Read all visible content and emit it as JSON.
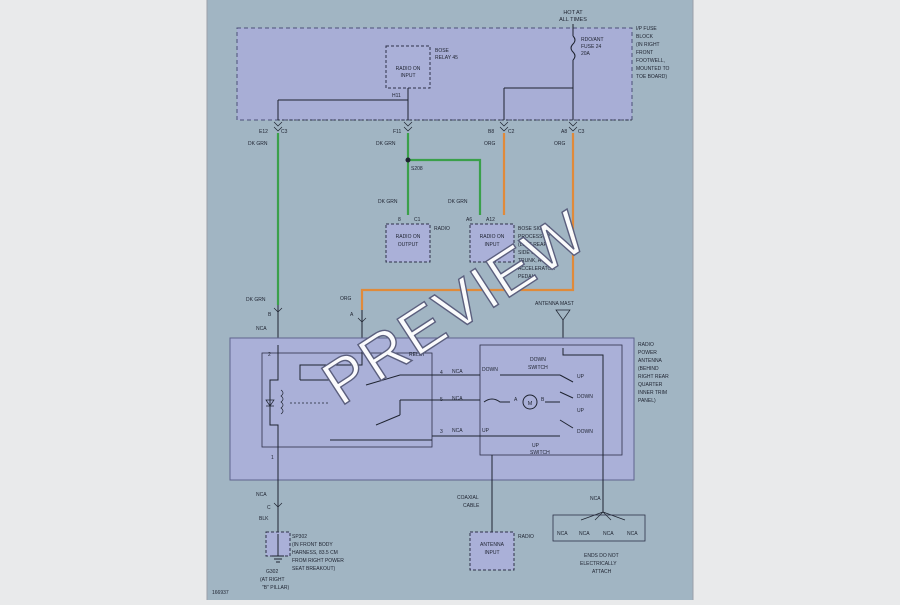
{
  "labels": {
    "hot": "HOT AT",
    "hot2": "ALL TIMES",
    "fuse_block": [
      "I/P FUSE",
      "BLOCK",
      "(IN RIGHT",
      "FRONT",
      "FOOTWELL,",
      "MOUNTED TO",
      "TOE BOARD)"
    ],
    "fuse": [
      "RDO/ANT",
      "FUSE 24",
      "20A"
    ],
    "relay_bose": [
      "BOSE",
      "RELAY 45"
    ],
    "radio_on_input": [
      "RADIO ON",
      "INPUT"
    ],
    "h11": "H11",
    "c1_e12": "E12",
    "c1_f11": "F11",
    "c1_b8": "B8",
    "c1_a8": "A8",
    "c2": "C2",
    "c3": "C3",
    "dk_grn": "DK GRN",
    "org": "ORG",
    "splice": "S208",
    "radio_on_output": [
      "RADIO ON",
      "OUTPUT"
    ],
    "radio": "RADIO",
    "pin_8": "8",
    "pin_c1": "C1",
    "pin_a6": "A6",
    "pin_a12": "A12",
    "bose_sig": [
      "BOSE SIGNAL",
      "PROCESSOR",
      "(LEFT REAR",
      "SIDE OF",
      "TRUNK, AT",
      "ACCELERATOR",
      "PEDAL)"
    ],
    "antenna_mast": "ANTENNA MAST",
    "radio_power_antenna": [
      "RADIO",
      "POWER",
      "ANTENNA",
      "(BEHIND",
      "RIGHT REAR",
      "QUARTER",
      "INNER TRIM",
      "PANEL)"
    ],
    "relay": "RELAY",
    "down_switch": [
      "DOWN",
      "SWITCH"
    ],
    "up_switch": [
      "UP",
      "SWITCH"
    ],
    "up": "UP",
    "down": "DOWN",
    "nca": "NCA",
    "b": "B",
    "a": "A",
    "c": "C",
    "pin2": "2",
    "pin1": "1",
    "pin4": "4",
    "pin5": "5",
    "pin3": "3",
    "m": "M",
    "blk": "BLK",
    "sp302": [
      "SP302",
      "(IN FRONT BODY",
      "HARNESS, 83.5 CM",
      "FROM RIGHT POWER",
      "SEAT BREAKOUT)"
    ],
    "g302": [
      "G302",
      "(AT RIGHT",
      "\"B\" PILLAR)"
    ],
    "coaxial": [
      "COAXIAL",
      "CABLE"
    ],
    "antenna_input": [
      "ANTENNA",
      "INPUT"
    ],
    "ends": [
      "ENDS DO NOT",
      "ELECTRICALLY",
      "ATTACH"
    ],
    "code": "166937",
    "watermark": "PREVIEW"
  },
  "colors": {
    "green_wire": "#3aa04a",
    "orange_wire": "#e08a3a",
    "fill": "#aab0d8",
    "backdrop": "#9eb3c1"
  }
}
